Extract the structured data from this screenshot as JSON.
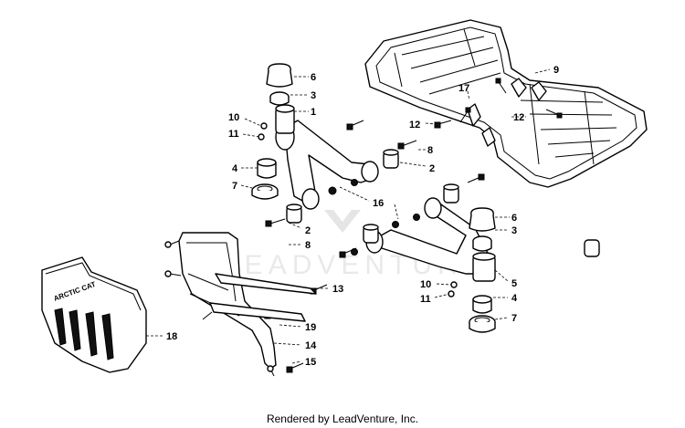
{
  "footer_text": "Rendered by LeadVenture, Inc.",
  "watermark_text": "LEADVENTURE",
  "shield_logo_text": "ARCTIC CAT",
  "callouts": {
    "c1": "1",
    "c2a": "2",
    "c2b": "2",
    "c3a": "3",
    "c3b": "3",
    "c4a": "4",
    "c4b": "4",
    "c5": "5",
    "c6a": "6",
    "c6b": "6",
    "c7a": "7",
    "c7b": "7",
    "c8a": "8",
    "c8b": "8",
    "c9": "9",
    "c10a": "10",
    "c10b": "10",
    "c11a": "11",
    "c11b": "11",
    "c12a": "12",
    "c12b": "12",
    "c13": "13",
    "c14": "14",
    "c15": "15",
    "c16": "16",
    "c17": "17",
    "c18": "18",
    "c19": "19"
  }
}
